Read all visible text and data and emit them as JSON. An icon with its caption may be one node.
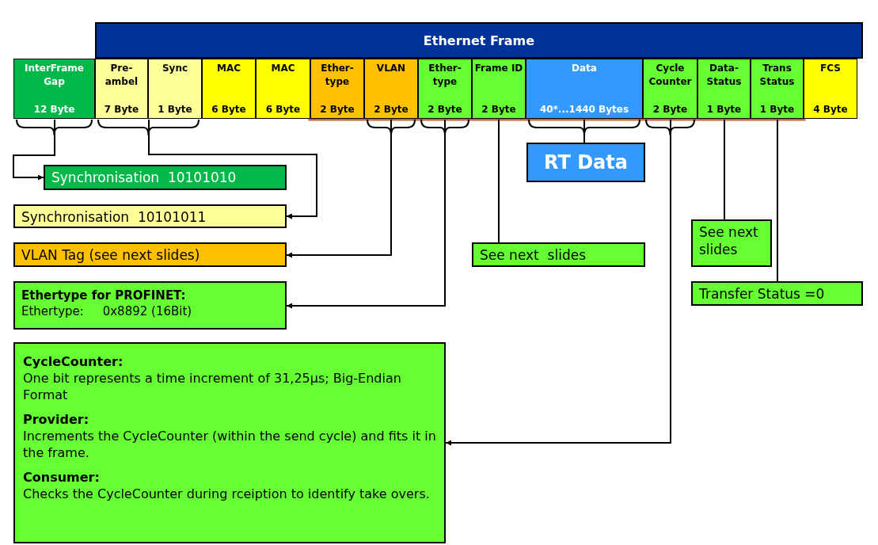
{
  "diagram": {
    "nodes": [
      {
        "text": [
          "Ethernet Frame"
        ]
      },
      {
        "text": [
          "InterFrame Gap",
          "12 Byte"
        ]
      },
      {
        "text": [
          "Pre- ambel",
          "7 Byte"
        ]
      },
      {
        "text": [
          "Sync",
          "1 Byte"
        ]
      },
      {
        "text": [
          "MAC",
          "6 Byte"
        ]
      },
      {
        "text": [
          "MAC",
          "6 Byte"
        ]
      },
      {
        "text": [
          "Ether- type",
          "2 Byte"
        ]
      },
      {
        "text": [
          "VLAN",
          "2 Byte"
        ]
      },
      {
        "text": [
          "Ether- type",
          "2 Byte"
        ]
      },
      {
        "text": [
          "Frame ID",
          "2 Byte"
        ]
      },
      {
        "text": [
          "Data",
          "40*...1440 Bytes"
        ]
      },
      {
        "text": [
          "Cycle Counter",
          "2 Byte"
        ]
      },
      {
        "text": [
          "Data- Status",
          "1 Byte"
        ]
      },
      {
        "text": [
          "Trans Status",
          "1 Byte"
        ]
      },
      {
        "text": [
          "FCS",
          "4 Byte"
        ]
      },
      {
        "text": [
          "Synchronisation  10101010"
        ]
      },
      {
        "text": [
          "Synchronisation  10101011"
        ]
      },
      {
        "text": [
          "VLAN Tag (see next slides)"
        ]
      },
      {
        "text": [
          "Ethertype for PROFINET:",
          "Ethertype:     0x8892 (16Bit)"
        ]
      },
      {
        "text": [
          "RT Data"
        ]
      },
      {
        "text": [
          "See next  slides"
        ]
      },
      {
        "text": [
          "See next slides"
        ]
      },
      {
        "text": [
          "Transfer Status =0"
        ]
      },
      {
        "text": [
          "CycleCounter:",
          "One bit represents a time increment of 31,25µs; Big-Endian Format",
          "Provider:",
          "Increments the CycleCounter (within the send cycle) and fits it in the frame.",
          "Consumer:",
          "Checks the CycleCounter during rceiption to identify take overs."
        ]
      }
    ],
    "edges": [
      {
        "from": 1,
        "to": 15,
        "arrow": "to"
      },
      {
        "from": 2,
        "to": 16,
        "arrow": "to"
      },
      {
        "from": 3,
        "to": 16,
        "arrow": "to"
      },
      {
        "from": 7,
        "to": 17,
        "arrow": "to"
      },
      {
        "from": 8,
        "to": 18,
        "arrow": "to"
      },
      {
        "from": 9,
        "to": 20,
        "arrow": "none"
      },
      {
        "from": 10,
        "to": 19,
        "arrow": "none"
      },
      {
        "from": 11,
        "to": 23,
        "arrow": "to"
      },
      {
        "from": 12,
        "to": 21,
        "arrow": "none"
      },
      {
        "from": 13,
        "to": 22,
        "arrow": "none"
      }
    ]
  }
}
